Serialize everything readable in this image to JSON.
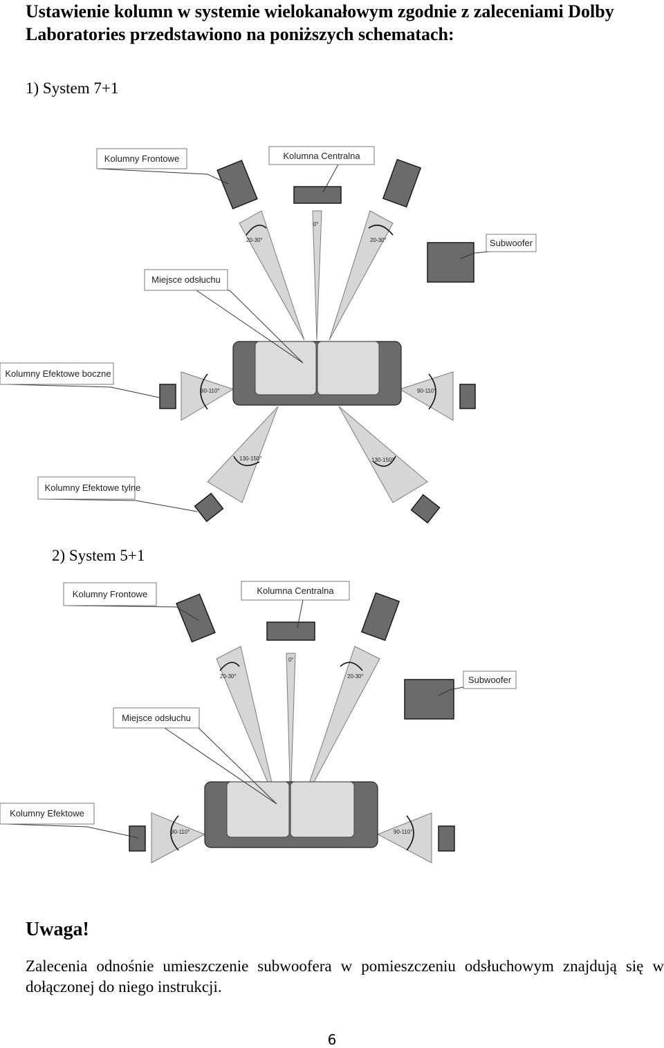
{
  "intro": "Ustawienie kolumn w systemie wielokanałowym zgodnie z zaleceniami Dolby Laboratories przedstawiono na poniższych schematach:",
  "section1": {
    "heading": "1)  System 7+1",
    "front": "Kolumny Frontowe",
    "center": "Kolumna Centralna",
    "subwoofer": "Subwoofer",
    "listening": "Miejsce odsłuchu",
    "side": "Kolumny Efektowe boczne",
    "rear": "Kolumny Efektowe tylne",
    "angle_center": "0°",
    "angle_front_left": "20-30°",
    "angle_front_right": "20-30°",
    "angle_side_left": "90-110°",
    "angle_side_right": "90-110°",
    "angle_rear_left": "130-150°",
    "angle_rear_right": "130-150°"
  },
  "section2": {
    "heading": "2) System 5+1",
    "front": "Kolumny Frontowe",
    "center": "Kolumna Centralna",
    "subwoofer": "Subwoofer",
    "listening": "Miejsce odsłuchu",
    "effects": "Kolumny Efektowe",
    "angle_center": "0°",
    "angle_front_left": "20-30°",
    "angle_front_right": "20-30°",
    "angle_side_left": "90-110°",
    "angle_side_right": "90-110°"
  },
  "warning": {
    "title": "Uwaga!",
    "text": "Zalecenia odnośnie umieszczenie subwoofera w pomieszczeniu odsłuchowym znajdują się w dołączonej do niego instrukcji."
  },
  "page_number": "6"
}
